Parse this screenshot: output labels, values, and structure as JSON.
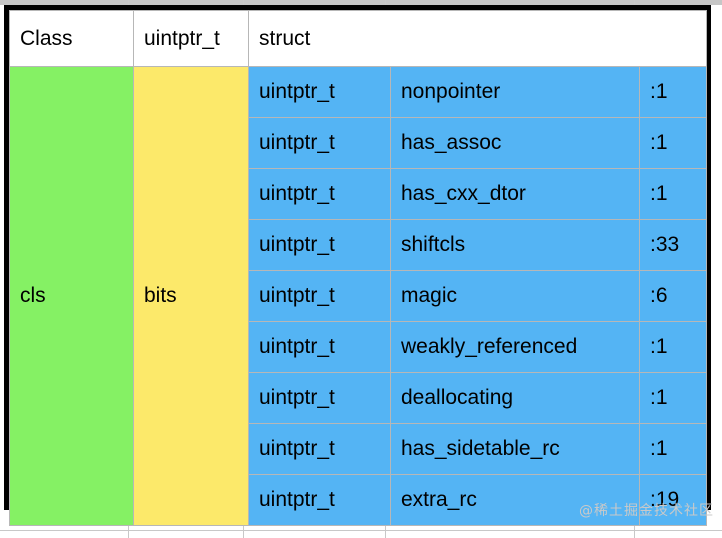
{
  "watermark": "@稀土掘金技术社区",
  "table": {
    "header": {
      "class_label": "Class",
      "type_label": "uintptr_t",
      "struct_label": "struct"
    },
    "class_name": "cls",
    "field_group_name": "bits",
    "fields": [
      {
        "type": "uintptr_t",
        "name": "nonpointer",
        "bits": ":1"
      },
      {
        "type": "uintptr_t",
        "name": "has_assoc",
        "bits": ":1"
      },
      {
        "type": "uintptr_t",
        "name": "has_cxx_dtor",
        "bits": ":1"
      },
      {
        "type": "uintptr_t",
        "name": "shiftcls",
        "bits": ":33"
      },
      {
        "type": "uintptr_t",
        "name": "magic",
        "bits": ":6"
      },
      {
        "type": "uintptr_t",
        "name": "weakly_referenced",
        "bits": ":1"
      },
      {
        "type": "uintptr_t",
        "name": "deallocating",
        "bits": ":1"
      },
      {
        "type": "uintptr_t",
        "name": "has_sidetable_rc",
        "bits": ":1"
      },
      {
        "type": "uintptr_t",
        "name": "extra_rc",
        "bits": ":19"
      }
    ]
  },
  "colors": {
    "class_fill": "#85f164",
    "bits_fill": "#fce96a",
    "field_fill": "#54b4f4",
    "border": "#000000",
    "grid_line": "#c8c8c8"
  },
  "grid": {
    "column_line_x": [
      128,
      243,
      385,
      634
    ],
    "row_line_y": [
      10,
      530
    ]
  }
}
